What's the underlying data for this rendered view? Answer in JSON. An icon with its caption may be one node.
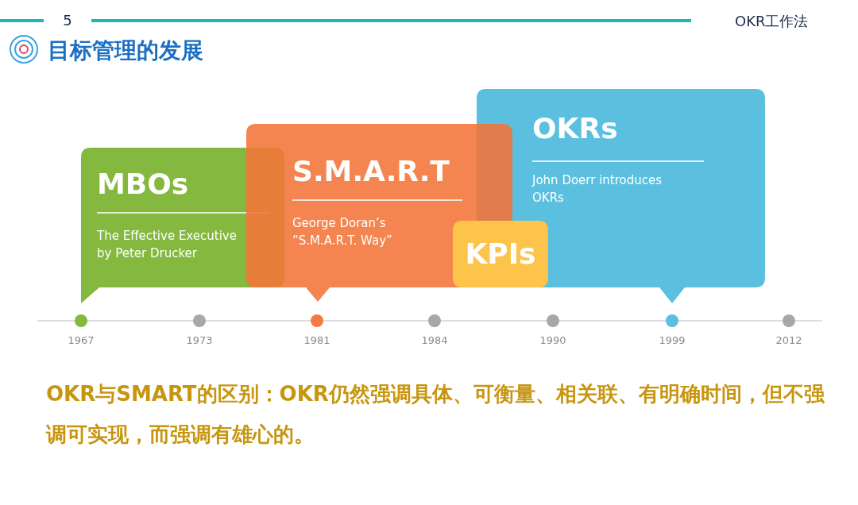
{
  "diagram": {
    "title": "目标管理的发展",
    "nodes": [
      {
        "text": [
          "MBOs",
          "The Effective Executive by Peter Drucker"
        ]
      },
      {
        "text": [
          "S.M.A.R.T",
          "George Doran’s “S.M.A.R.T. Way”"
        ]
      },
      {
        "text": [
          "KPIs"
        ]
      },
      {
        "text": [
          "OKRs",
          "John Doerr introduces OKRs"
        ]
      },
      {
        "text": [],
        "shape": "circle",
        "beside": [
          "1967"
        ]
      },
      {
        "text": [],
        "shape": "circle",
        "beside": [
          "1973"
        ]
      },
      {
        "text": [],
        "shape": "circle",
        "beside": [
          "1981"
        ]
      },
      {
        "text": [],
        "shape": "circle",
        "beside": [
          "1984"
        ]
      },
      {
        "text": [],
        "shape": "circle",
        "beside": [
          "1990"
        ]
      },
      {
        "text": [],
        "shape": "circle",
        "beside": [
          "1999"
        ]
      },
      {
        "text": [],
        "shape": "circle",
        "beside": [
          "2012"
        ]
      }
    ],
    "labels": [
      "5",
      "OKR工作法",
      "OKR与SMART的区别：OKR仍然强调具体、可衡量、相关联、有明确时间，但不强调可实现，而强调有雄心的。"
    ]
  }
}
